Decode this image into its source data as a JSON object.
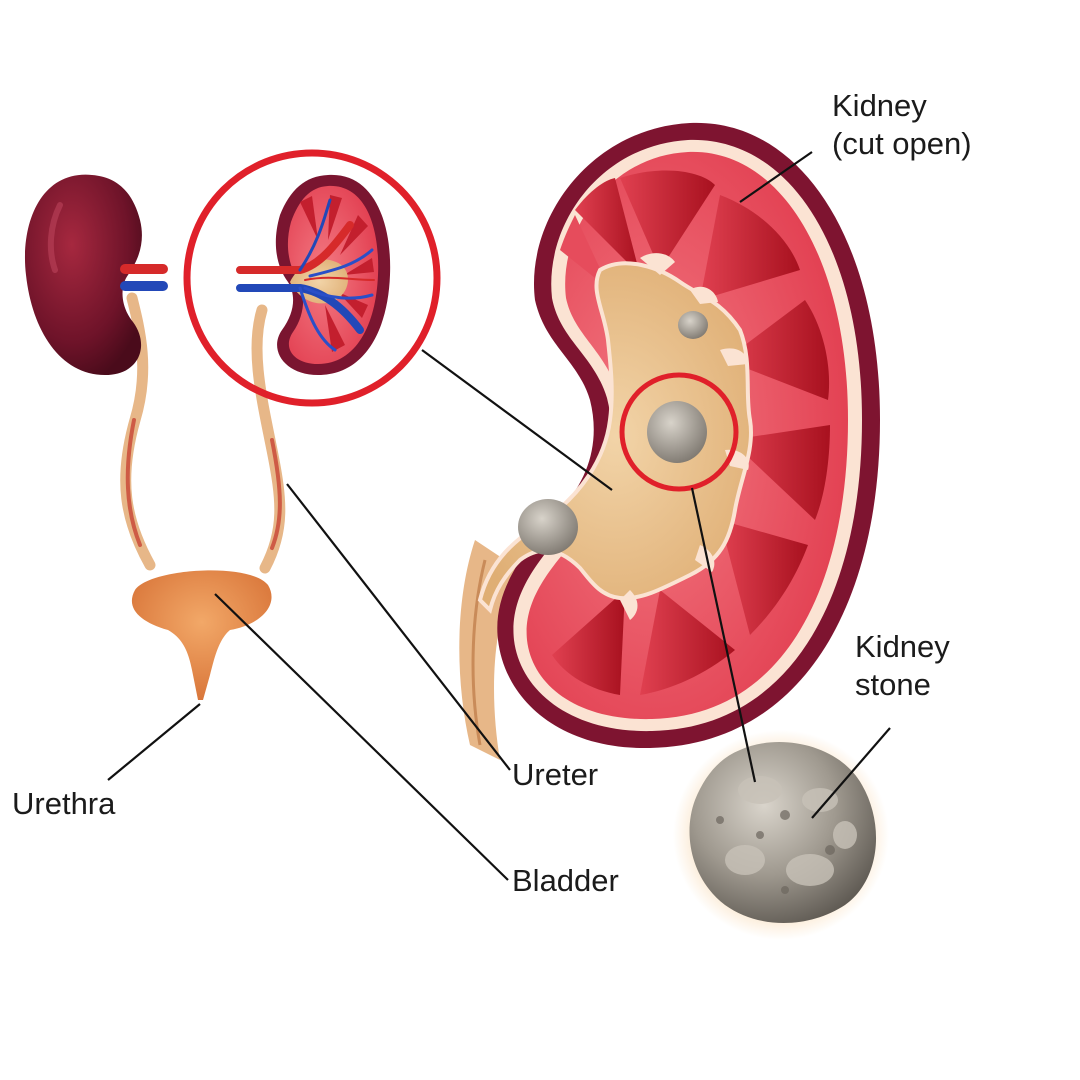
{
  "labels": {
    "kidney_line1": "Kidney",
    "kidney_line2": "(cut open)",
    "stone_line1": "Kidney",
    "stone_line2": "stone",
    "ureter": "Ureter",
    "urethra": "Urethra",
    "bladder": "Bladder"
  },
  "colors": {
    "kidney_exterior": "#7a1530",
    "kidney_capsule": "#8e1f35",
    "cortex": "#e0384b",
    "pyramids": "#c8202f",
    "renal_pelvis": "#e9c08e",
    "ureter": "#e7b788",
    "bladder": "#e98d4c",
    "artery": "#d62a2a",
    "vein": "#2248b8",
    "stone": "#9a958c",
    "highlight_circle": "#e0202a",
    "leader_line": "#111111"
  },
  "icons": {
    "whole_kidney": "kidney-icon",
    "stone": "kidney-stone-icon"
  }
}
